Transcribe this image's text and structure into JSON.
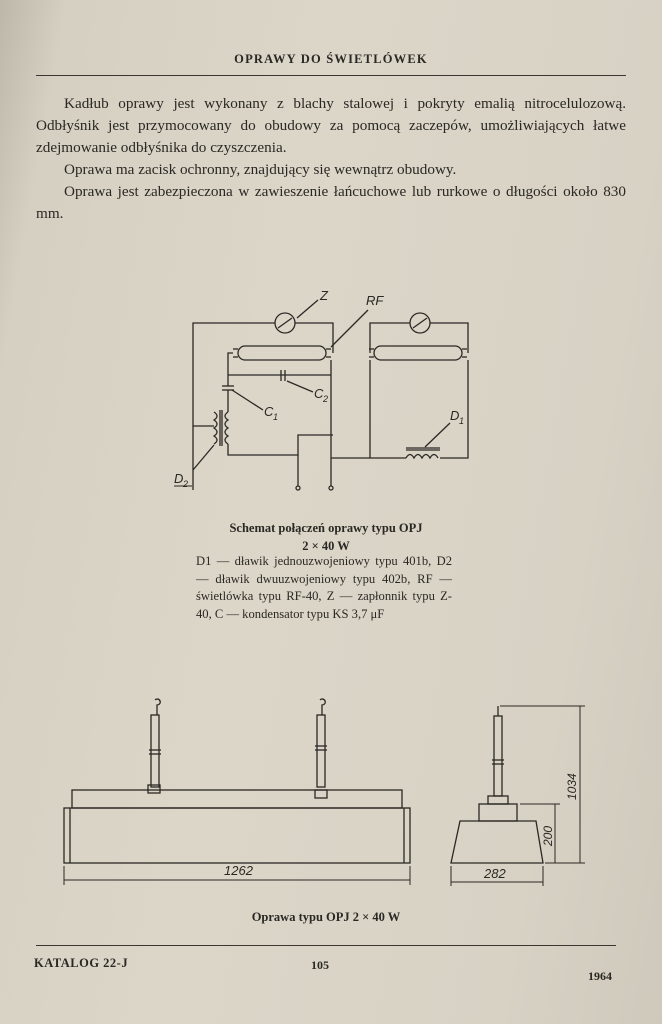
{
  "header": {
    "title": "OPRAWY DO ŚWIETLÓWEK"
  },
  "body": {
    "paragraphs": [
      "Kadłub oprawy jest wykonany z blachy stalowej i pokryty emalią nitrocelulozową. Odbłyśnik jest przymocowany do obudowy za pomocą zaczepów, umożliwiających łatwe zdejmowanie odbłyśnika do czyszczenia.",
      "Oprawa ma zacisk ochronny, znajdujący się wewnątrz obudowy.",
      "Oprawa jest zabezpieczona w zawieszenie łańcuchowe lub rurkowe o długości około 830 mm."
    ]
  },
  "schematic": {
    "labels": {
      "z": "Z",
      "rf": "RF",
      "c1": "C",
      "c1_sub": "1",
      "c2": "C",
      "c2_sub": "2",
      "d1": "D",
      "d1_sub": "1",
      "d2": "D",
      "d2_sub": "2"
    },
    "caption_title_line1": "Schemat połączeń oprawy typu OPJ",
    "caption_title_line2": "2 × 40 W",
    "caption_body": "D1 — dławik jednouzwojeniowy typu 401b, D2 — dławik dwuuzwojeniowy typu 402b, RF — świetlówka typu RF-40, Z — zapłonnik typu Z-40, C — kondensator typu KS 3,7 μF"
  },
  "fixture": {
    "dim_length": "1262",
    "dim_width": "282",
    "dim_height": "200",
    "dim_total": "1034",
    "caption": "Oprawa typu OPJ 2 × 40 W"
  },
  "footer": {
    "left": "KATALOG 22-J",
    "page_number": "105",
    "year": "1964"
  }
}
